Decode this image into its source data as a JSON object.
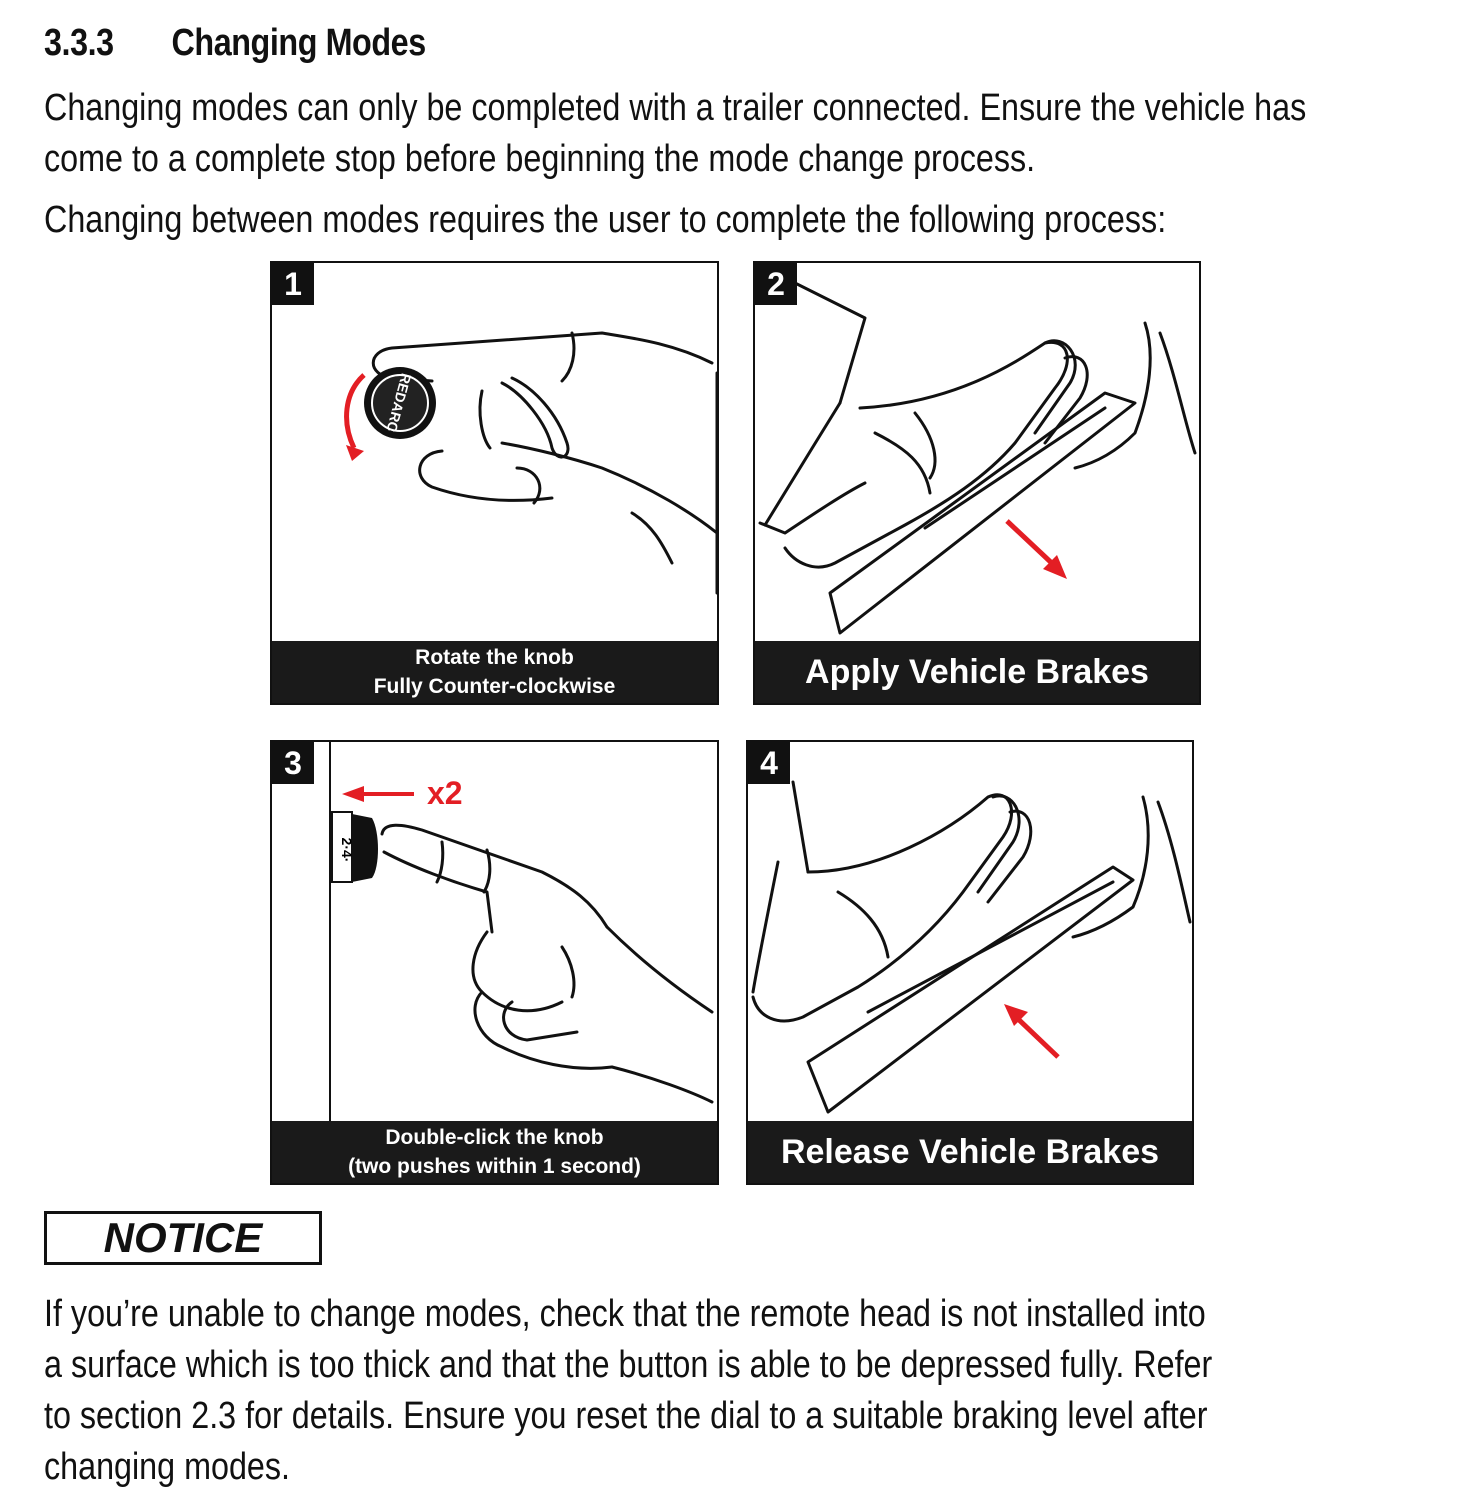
{
  "section": {
    "number": "3.3.3",
    "title": "Changing Modes",
    "intro_line1": "Changing modes can only be completed with a trailer connected. Ensure the vehicle has",
    "intro_line2": "come to a complete stop before beginning the mode change process.",
    "process_line": "Changing between modes requires the user to complete the following process:"
  },
  "steps": [
    {
      "number": "1",
      "caption_line1": "Rotate the knob",
      "caption_line2": "Fully Counter-clockwise",
      "knob_brand": "REDARC"
    },
    {
      "number": "2",
      "caption": "Apply Vehicle Brakes"
    },
    {
      "number": "3",
      "caption_line1": "Double-click the knob",
      "caption_line2": "(two pushes within 1 second)",
      "press_label": "x2",
      "dial_marks": "2·4·"
    },
    {
      "number": "4",
      "caption": "Release Vehicle Brakes"
    }
  ],
  "notice": {
    "label": "NOTICE",
    "line1": "If you’re unable to change modes, check that the remote head is not installed into",
    "line2": "a surface which is too thick and that the button is able to be depressed fully. Refer",
    "line3": "to section 2.3 for details. Ensure you reset the dial to a suitable braking level after",
    "line4": "changing modes."
  },
  "colors": {
    "accent_red": "#e31e24",
    "caption_bg": "#1a1a1a"
  }
}
